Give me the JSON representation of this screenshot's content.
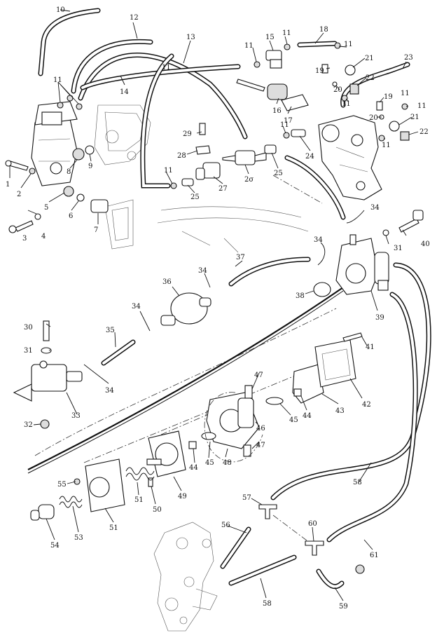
{
  "callouts": [
    {
      "id": "c1",
      "text": "1"
    },
    {
      "id": "c2",
      "text": "2"
    },
    {
      "id": "c3",
      "text": "3"
    },
    {
      "id": "c4",
      "text": "4"
    },
    {
      "id": "c5",
      "text": "5"
    },
    {
      "id": "c6",
      "text": "6"
    },
    {
      "id": "c7",
      "text": "7"
    },
    {
      "id": "c8",
      "text": "8"
    },
    {
      "id": "c9",
      "text": "9"
    },
    {
      "id": "c10",
      "text": "10"
    },
    {
      "id": "c11a",
      "text": "11"
    },
    {
      "id": "c11b",
      "text": "11"
    },
    {
      "id": "c11c",
      "text": "11"
    },
    {
      "id": "c11d",
      "text": "11"
    },
    {
      "id": "c11e",
      "text": "11"
    },
    {
      "id": "c11f",
      "text": "11"
    },
    {
      "id": "c11g",
      "text": "11"
    },
    {
      "id": "c11h",
      "text": "11"
    },
    {
      "id": "c11i",
      "text": "11"
    },
    {
      "id": "c11j",
      "text": "11"
    },
    {
      "id": "c11k",
      "text": "11"
    },
    {
      "id": "c12",
      "text": "12"
    },
    {
      "id": "c13",
      "text": "13"
    },
    {
      "id": "c14",
      "text": "14"
    },
    {
      "id": "c15",
      "text": "15"
    },
    {
      "id": "c16",
      "text": "16"
    },
    {
      "id": "c17",
      "text": "17"
    },
    {
      "id": "c18",
      "text": "18"
    },
    {
      "id": "c19a",
      "text": "19"
    },
    {
      "id": "c19b",
      "text": "19"
    },
    {
      "id": "c20a",
      "text": "20"
    },
    {
      "id": "c20b",
      "text": "20"
    },
    {
      "id": "c21a",
      "text": "21"
    },
    {
      "id": "c21b",
      "text": "21"
    },
    {
      "id": "c22a",
      "text": "22"
    },
    {
      "id": "c22b",
      "text": "22"
    },
    {
      "id": "c23",
      "text": "23"
    },
    {
      "id": "c24",
      "text": "24"
    },
    {
      "id": "c25a",
      "text": "25"
    },
    {
      "id": "c25b",
      "text": "25"
    },
    {
      "id": "c26",
      "text": "2σ"
    },
    {
      "id": "c27",
      "text": "27"
    },
    {
      "id": "c28",
      "text": "28"
    },
    {
      "id": "c29",
      "text": "29"
    },
    {
      "id": "c30",
      "text": "30"
    },
    {
      "id": "c31a",
      "text": "31"
    },
    {
      "id": "c31b",
      "text": "31"
    },
    {
      "id": "c32",
      "text": "32"
    },
    {
      "id": "c33",
      "text": "33"
    },
    {
      "id": "c34a",
      "text": "34"
    },
    {
      "id": "c34b",
      "text": "34"
    },
    {
      "id": "c34c",
      "text": "34"
    },
    {
      "id": "c34d",
      "text": "34"
    },
    {
      "id": "c34e",
      "text": "34"
    },
    {
      "id": "c35",
      "text": "35"
    },
    {
      "id": "c36",
      "text": "36"
    },
    {
      "id": "c37",
      "text": "37"
    },
    {
      "id": "c38",
      "text": "38"
    },
    {
      "id": "c39",
      "text": "39"
    },
    {
      "id": "c40",
      "text": "40"
    },
    {
      "id": "c41",
      "text": "41"
    },
    {
      "id": "c42",
      "text": "42"
    },
    {
      "id": "c43",
      "text": "43"
    },
    {
      "id": "c44a",
      "text": "44"
    },
    {
      "id": "c44b",
      "text": "44"
    },
    {
      "id": "c45a",
      "text": "45"
    },
    {
      "id": "c45b",
      "text": "45"
    },
    {
      "id": "c46",
      "text": "46"
    },
    {
      "id": "c47a",
      "text": "47"
    },
    {
      "id": "c47b",
      "text": "47"
    },
    {
      "id": "c48",
      "text": "48"
    },
    {
      "id": "c49",
      "text": "49"
    },
    {
      "id": "c50",
      "text": "50"
    },
    {
      "id": "c51a",
      "text": "51"
    },
    {
      "id": "c51b",
      "text": "51"
    },
    {
      "id": "c53",
      "text": "53"
    },
    {
      "id": "c54",
      "text": "54"
    },
    {
      "id": "c55",
      "text": "55"
    },
    {
      "id": "c56",
      "text": "56"
    },
    {
      "id": "c57",
      "text": "57"
    },
    {
      "id": "c58a",
      "text": "58"
    },
    {
      "id": "c58b",
      "text": "58"
    },
    {
      "id": "c59",
      "text": "59"
    },
    {
      "id": "c60",
      "text": "60"
    },
    {
      "id": "c61",
      "text": "61"
    }
  ]
}
